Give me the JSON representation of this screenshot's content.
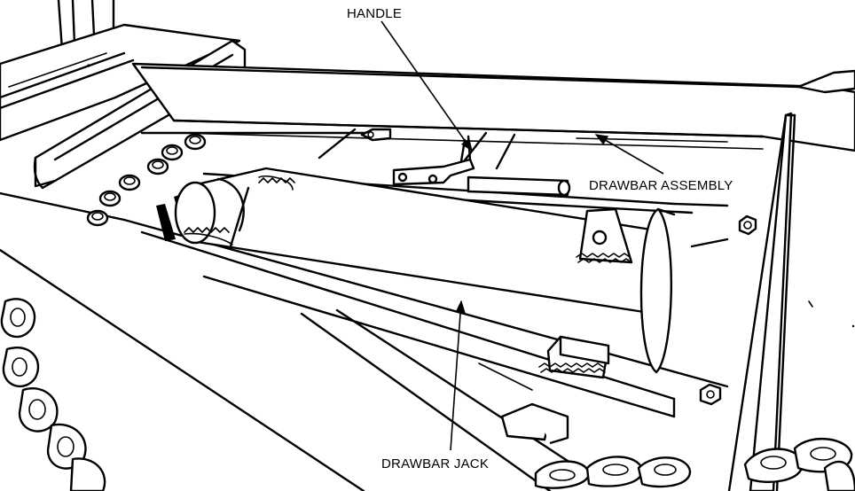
{
  "labels": {
    "handle": "HANDLE",
    "drawbar_assembly": "DRAWBAR ASSEMBLY",
    "drawbar_jack": "DRAWBAR JACK"
  }
}
